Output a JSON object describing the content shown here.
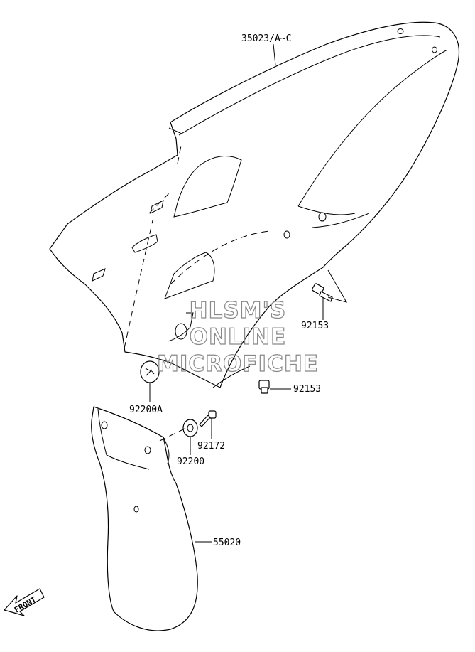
{
  "parts": {
    "rear_fender": "35023/A~C",
    "bolt_upper": "92153",
    "bolt_lower": "92153",
    "grommet_a": "92200A",
    "bolt_flap": "92172",
    "washer": "92200",
    "mud_flap": "55020"
  },
  "watermark": {
    "line1": "HLSM'S",
    "line2": "ONLINE",
    "line3": "MICROFICHE"
  },
  "direction": {
    "label": "FRONT",
    "icon": "front-arrow-icon"
  }
}
